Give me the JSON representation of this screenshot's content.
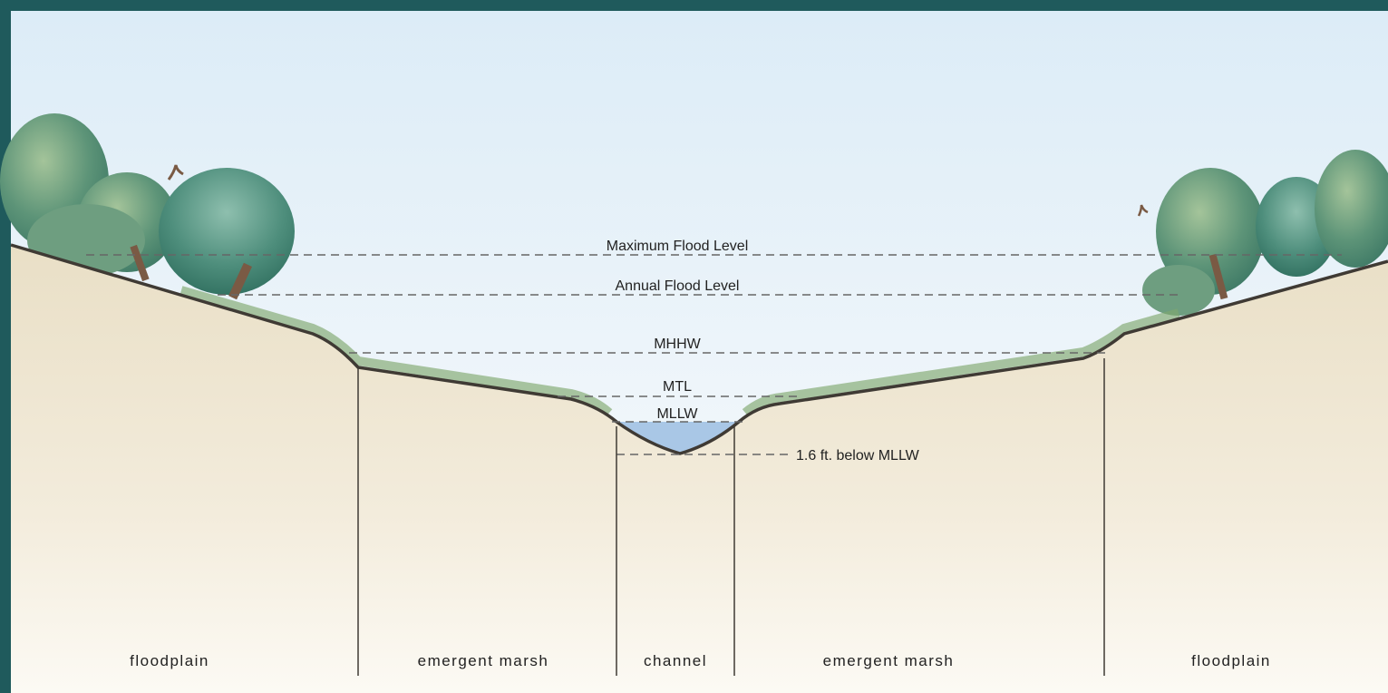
{
  "levels": {
    "max_flood": "Maximum Flood Level",
    "annual_flood": "Annual Flood Level",
    "mhhw": "MHHW",
    "mtl": "MTL",
    "mllw": "MLLW",
    "below_mllw": "1.6 ft. below MLLW"
  },
  "zones": {
    "floodplain_left": "floodplain",
    "marsh_left": "emergent marsh",
    "channel": "channel",
    "marsh_right": "emergent marsh",
    "floodplain_right": "floodplain"
  },
  "colors": {
    "frame": "#1f5a5c",
    "sky_top": "#e2eff8",
    "ground": "#ece3cc",
    "ground_bottom": "#fbf8f1",
    "water": "#a9c7e6",
    "terrain_line": "#3f3a34",
    "tree_green": "#4f8a6f"
  },
  "icons": {
    "bird_left": "bird-icon",
    "bird_right": "bird-icon"
  }
}
